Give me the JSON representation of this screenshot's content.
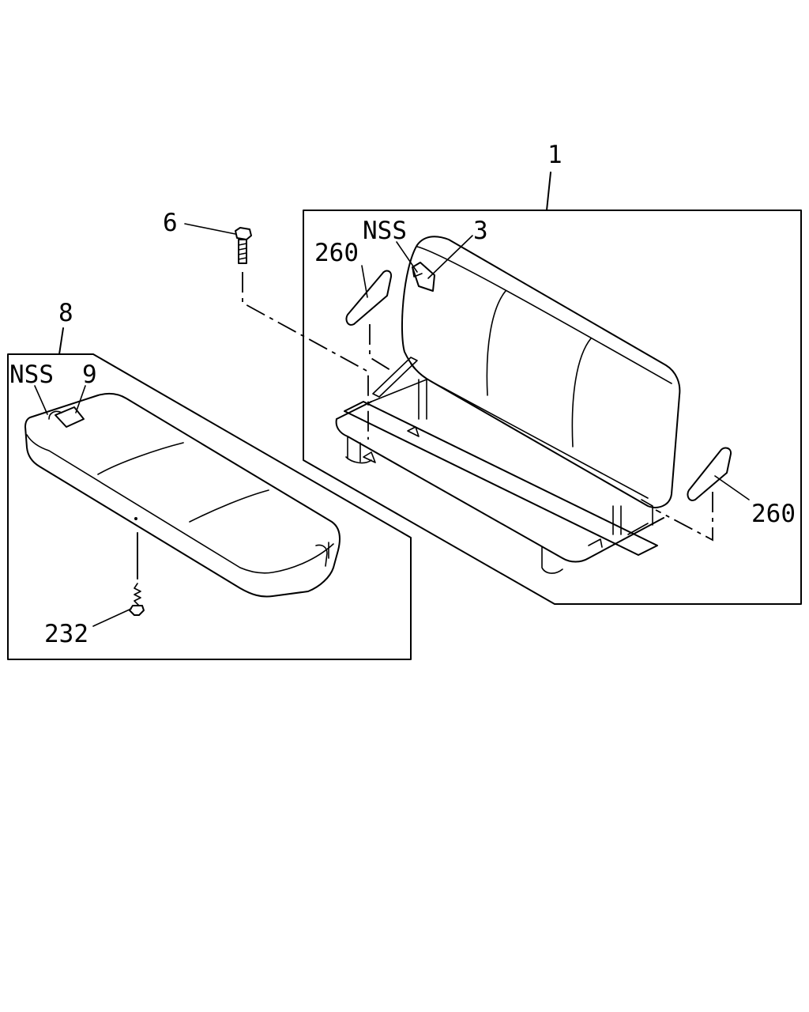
{
  "labels": {
    "seat_assembly": "1",
    "bolt": "6",
    "nss_back": "NSS",
    "clip_back": "3",
    "cover_left": "260",
    "cover_right": "260",
    "cushion": "8",
    "nss_cushion": "NSS",
    "clip_cushion": "9",
    "screw": "232"
  }
}
